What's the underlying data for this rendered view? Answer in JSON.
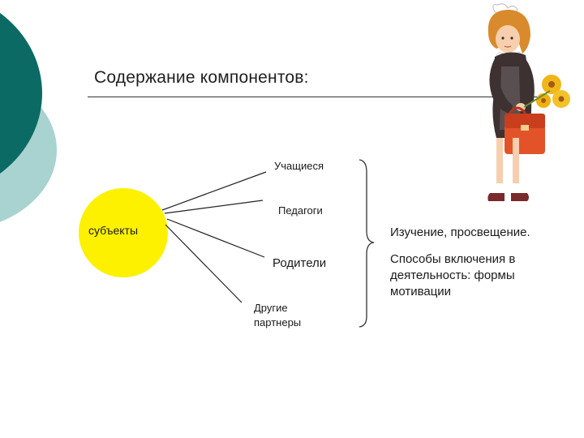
{
  "slide": {
    "title": "Содержание компонентов:"
  },
  "diagram": {
    "hub_label": "субъекты",
    "branches": [
      "Учащиеся",
      "Педагоги",
      "Родители",
      "Другие партнеры"
    ],
    "notes": [
      "Изучение, просвещение.",
      "Способы включения в деятельность: формы мотивации"
    ]
  },
  "colors": {
    "hub_fill": "#fdf100",
    "deco_dark": "#0b6a64",
    "deco_light": "#a9d3d0"
  },
  "illustration": {
    "subject": "schoolgirl-with-bag-and-flowers"
  }
}
